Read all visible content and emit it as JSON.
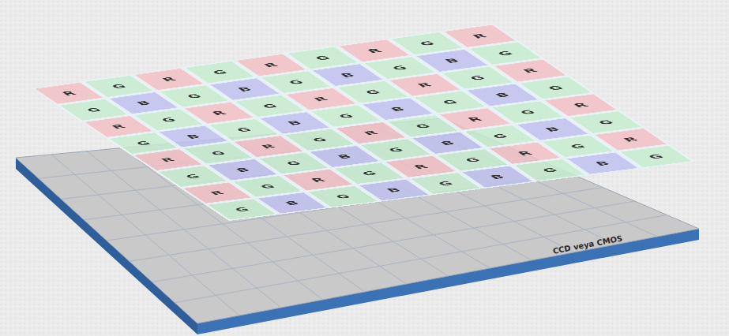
{
  "diagram": {
    "labels": [
      "R",
      "G",
      "R",
      "G",
      "R",
      "G",
      "R",
      "G",
      "R",
      "G",
      "B",
      "G",
      "B",
      "G",
      "B",
      "G",
      "B",
      "G",
      "R",
      "G",
      "R",
      "G",
      "R",
      "G",
      "R",
      "G",
      "R",
      "G",
      "B",
      "G",
      "B",
      "G",
      "B",
      "G",
      "B",
      "G",
      "R",
      "G",
      "R",
      "G",
      "R",
      "G",
      "R",
      "G",
      "R",
      "G",
      "B",
      "G",
      "B",
      "G",
      "B",
      "G",
      "B",
      "G",
      "R",
      "G",
      "R",
      "G",
      "R",
      "G",
      "R",
      "G",
      "R",
      "G",
      "B",
      "G",
      "B",
      "G",
      "B",
      "G",
      "B",
      "G",
      "CCD veya CMOS"
    ]
  }
}
